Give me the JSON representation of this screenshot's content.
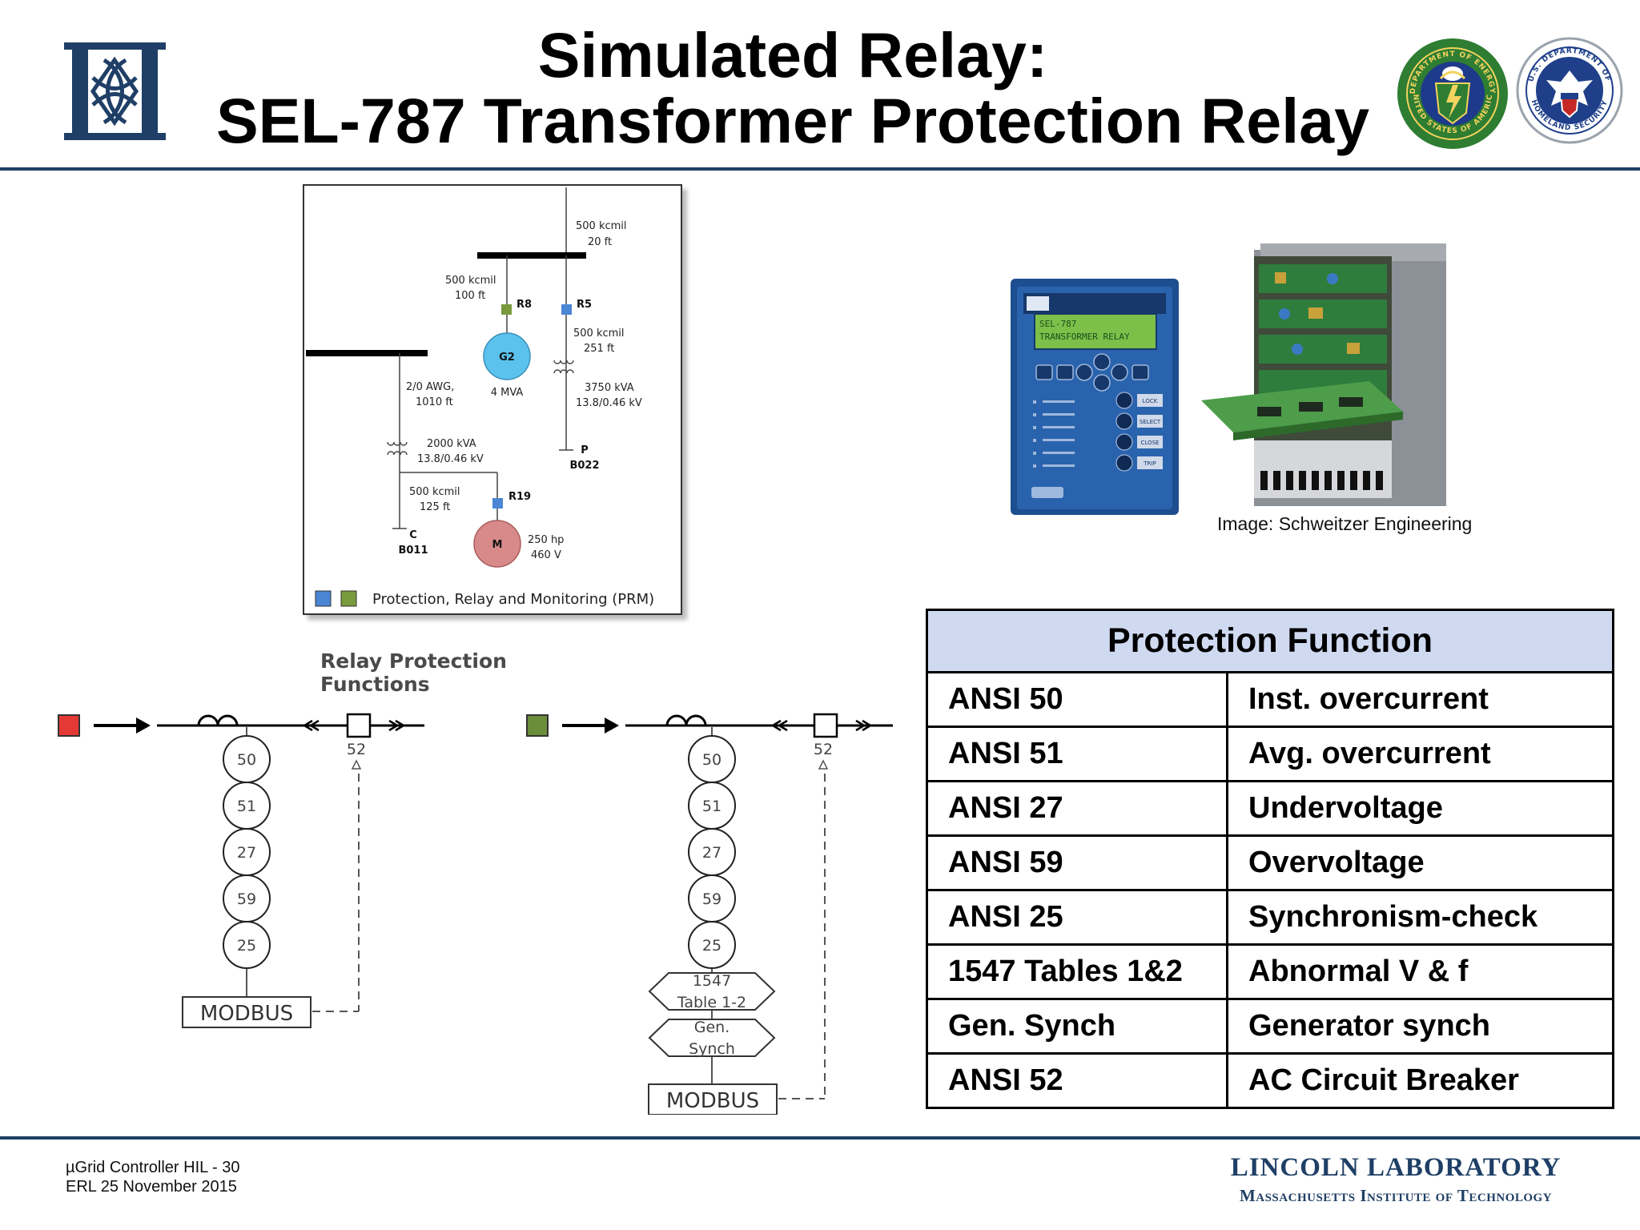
{
  "title": {
    "line1": "Simulated Relay:",
    "line2": "SEL-787 Transformer Protection Relay"
  },
  "icons": {
    "left_logo": "mit-ll-lattice-logo",
    "doe_seal": "department-of-energy-seal",
    "dhs_seal": "homeland-security-seal"
  },
  "colors": {
    "accent_navy": "#1f3f66",
    "prm_blue": "#4a86d4",
    "prm_green": "#7a9a3e",
    "generator_fill": "#5bc2ee",
    "motor_fill": "#d88a8a",
    "indicator_red": "#e53935",
    "indicator_green": "#6b8e3a",
    "table_header": "#cfdaf1"
  },
  "seal_lettering": {
    "doe": "DEPARTMENT OF ENERGY UNITED STATES OF AMERICA",
    "dhs": "U.S. DEPARTMENT OF HOMELAND SECURITY"
  },
  "diagram": {
    "labels": {
      "top_cable": [
        "500 kcmil",
        "20 ft"
      ],
      "g2_cable": [
        "500 kcmil",
        "100 ft"
      ],
      "r5_cable": [
        "500 kcmil",
        "251 ft"
      ],
      "r8": "R8",
      "r5": "R5",
      "g2": "G2",
      "g2_rating": "4 MVA",
      "left_cable": [
        "2/0 AWG,",
        "1010 ft"
      ],
      "xfmr_right": [
        "3750 kVA",
        "13.8/0.46 kV"
      ],
      "xfmr_left": [
        "2000 kVA",
        "13.8/0.46 kV"
      ],
      "bus_p": [
        "P",
        "B022"
      ],
      "m_cable": [
        "500 kcmil",
        "125 ft"
      ],
      "r19": "R19",
      "bus_c": [
        "C",
        "B011"
      ],
      "motor": "M",
      "motor_rating": [
        "250 hp",
        "460 V"
      ]
    },
    "legend": "Protection, Relay and Monitoring (PRM)"
  },
  "relay_functions": {
    "title": "Relay Protection Functions",
    "breaker_label": "52",
    "stack": [
      "50",
      "51",
      "27",
      "59",
      "25"
    ],
    "ieee_box": [
      "1547",
      "Table 1-2"
    ],
    "gen_box": [
      "Gen.",
      "Synch"
    ],
    "modbus": "MODBUS"
  },
  "photo": {
    "credit": "Image: Schweitzer Engineering",
    "front_panel_text": [
      "SEL-787",
      "TRANSFORMER RELAY"
    ],
    "button_labels": [
      "LOCK",
      "SELECT",
      "CLOSE",
      "TRIP"
    ]
  },
  "table": {
    "header": "Protection Function",
    "rows": [
      {
        "code": "ANSI 50",
        "desc": "Inst. overcurrent"
      },
      {
        "code": "ANSI 51",
        "desc": "Avg. overcurrent"
      },
      {
        "code": "ANSI 27",
        "desc": "Undervoltage"
      },
      {
        "code": "ANSI 59",
        "desc": "Overvoltage"
      },
      {
        "code": "ANSI 25",
        "desc": "Synchronism-check"
      },
      {
        "code": "1547 Tables 1&2",
        "desc": "Abnormal V & f"
      },
      {
        "code": "Gen. Synch",
        "desc": "Generator synch"
      },
      {
        "code": "ANSI 52",
        "desc": "AC Circuit Breaker"
      }
    ]
  },
  "footer": {
    "line1": "µGrid Controller HIL - 30",
    "line2": "ERL 25 November 2015",
    "org": "LINCOLN LABORATORY",
    "org_sub": "Massachusetts Institute of Technology"
  }
}
